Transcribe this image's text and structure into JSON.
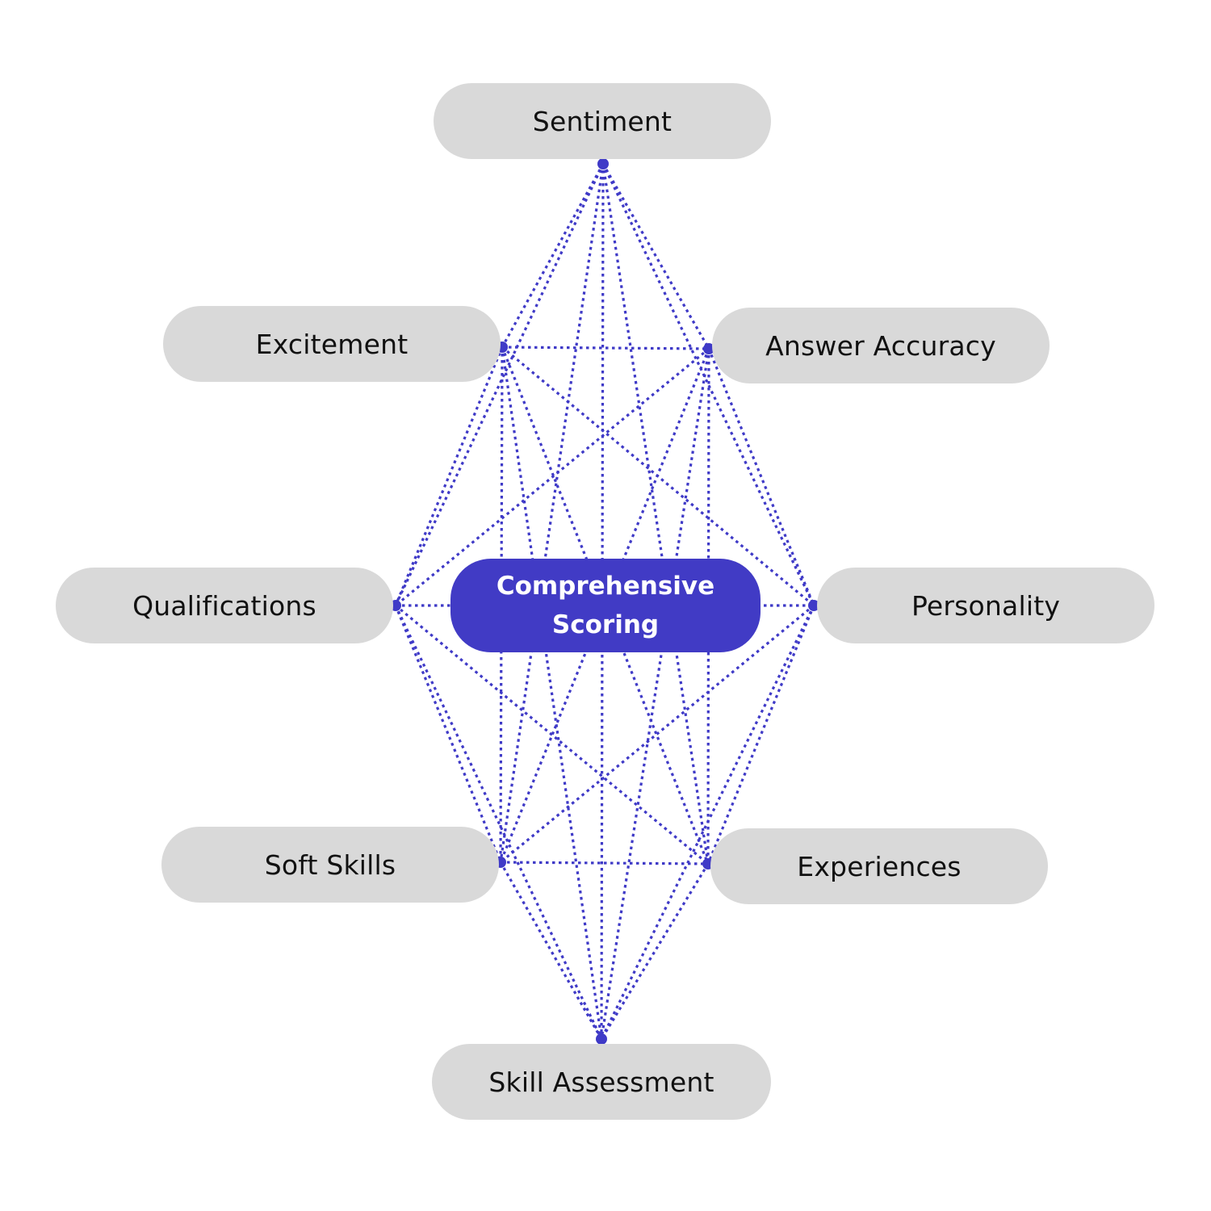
{
  "diagram": {
    "type": "fully-connected-network",
    "center": {
      "id": "comprehensive-scoring",
      "label_line1": "Comprehensive",
      "label_line2": "Scoring",
      "color": "#413bc5",
      "text_color": "#ffffff"
    },
    "nodes": [
      {
        "id": "sentiment",
        "label": "Sentiment"
      },
      {
        "id": "excitement",
        "label": "Excitement"
      },
      {
        "id": "answer-accuracy",
        "label": "Answer Accuracy"
      },
      {
        "id": "qualifications",
        "label": "Qualifications"
      },
      {
        "id": "personality",
        "label": "Personality"
      },
      {
        "id": "soft-skills",
        "label": "Soft Skills"
      },
      {
        "id": "experiences",
        "label": "Experiences"
      },
      {
        "id": "skill-assessment",
        "label": "Skill Assessment"
      }
    ],
    "edges_style": "dotted",
    "edges_rule": "every outer node connected to every other outer node",
    "colors": {
      "node_fill": "#d9d9d9",
      "edge": "#3f3ac7",
      "node_text": "#111111",
      "background": "#ffffff"
    }
  }
}
